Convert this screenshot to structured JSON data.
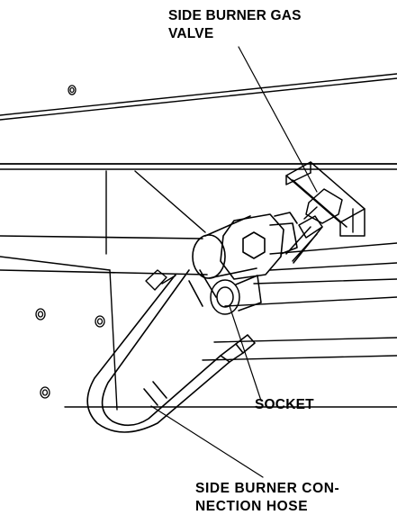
{
  "labels": {
    "valve": {
      "line1": "SIDE BURNER GAS",
      "line2": "VALVE"
    },
    "socket": {
      "text": "SOCKET"
    },
    "hose": {
      "line1": "SIDE BURNER CON-",
      "line2": "NECTION HOSE"
    }
  },
  "colors": {
    "stroke": "#000000",
    "background": "#ffffff"
  }
}
